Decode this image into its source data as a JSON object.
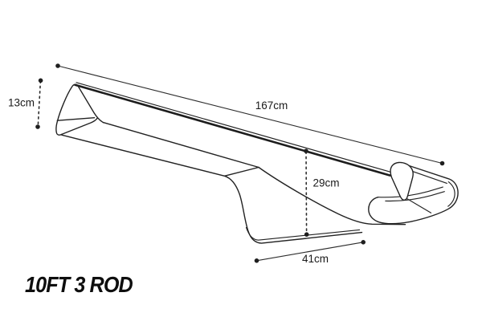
{
  "title": "10FT 3 ROD",
  "drawing": {
    "description": "isometric-line-drawing-of-3-rod-holder-rack",
    "line_color": "#222222",
    "dimension_line_color": "#2e2e2e",
    "text_color": "#1a1a1a",
    "background_color": "#ffffff"
  },
  "dimensions": {
    "overall_length": "167cm",
    "end_height": "13cm",
    "mid_height": "29cm",
    "base_length": "41cm"
  }
}
